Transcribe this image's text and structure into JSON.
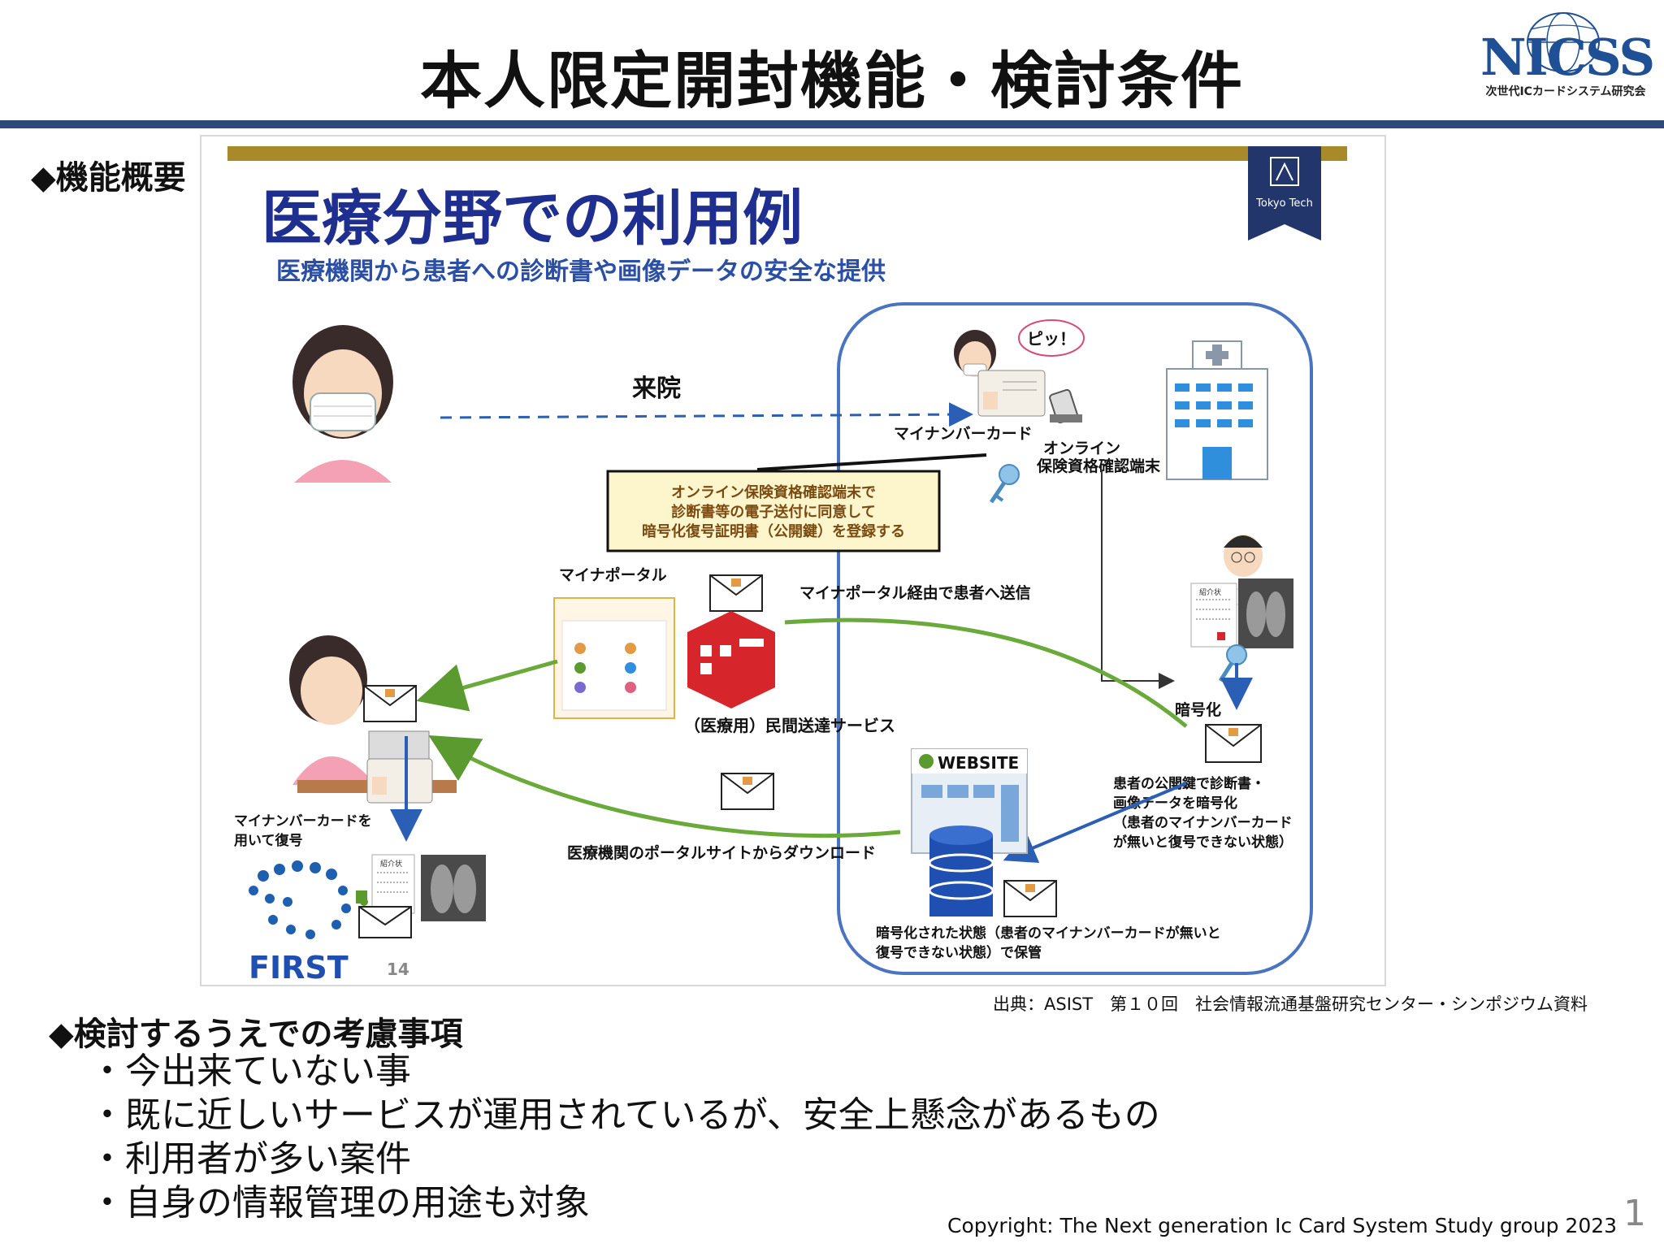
{
  "header": {
    "title": "本人限定開封機能・検討条件",
    "logo_text": "NICSS",
    "logo_subtitle": "次世代ICカードシステム研究会"
  },
  "feature_section": {
    "heading": "◆機能概要"
  },
  "diagram": {
    "title": "医療分野での利用例",
    "subtitle": "医療機関から患者への診断書や画像データの安全な提供",
    "tokyo_tech": "Tokyo Tech",
    "visit_label": "来院",
    "beep_label": "ピッ！",
    "mynumber_card_label": "マイナンバーカード",
    "terminal_label_1": "オンライン",
    "terminal_label_2": "保険資格確認端末",
    "callout_lines": [
      "オンライン保険資格確認端末で",
      "診断書等の電子送付に同意して",
      "暗号化復号証明書（公開鍵）を登録する"
    ],
    "mynaportal_label": "マイナポータル",
    "mynaportal_route_label": "マイナポータル経由で患者へ送信",
    "delivery_service_label": "（医療用）民間送達サービス",
    "encrypt_label": "暗号化",
    "encrypt_desc_lines": [
      "患者の公開鍵で診断書・",
      "画像データを暗号化",
      "（患者のマイナンバーカード",
      "が無いと復号できない状態）"
    ],
    "website_label": "WEBSITE",
    "download_label": "医療機関のポータルサイトからダウンロード",
    "storage_lines": [
      "暗号化された状態（患者のマイナンバーカードが無いと",
      "復号できない状態）で保管"
    ],
    "decrypt_lines": [
      "マイナンバーカードを",
      "用いて復号"
    ],
    "referral_label": "紹介状",
    "first_logo": "FIRST",
    "slide_number": "14"
  },
  "source_note": "出典：ASIST　第１０回　社会情報流通基盤研究センター・シンポジウム資料",
  "considerations": {
    "heading": "◆検討するうえでの考慮事項",
    "items": [
      "・今出来ていない事",
      "・既に近しいサービスが運用されているが、安全上懸念があるもの",
      "・利用者が多い案件",
      "・自身の情報管理の用途も対象"
    ]
  },
  "footer": {
    "copyright": "Copyright: The Next generation Ic Card System Study group 2023",
    "page_number": "1"
  },
  "colors": {
    "title_bar": "#2f4a7a",
    "diagram_title": "#1f2f8f",
    "diagram_subtitle": "#2b4fa5",
    "gold_bar": "#a88a2a",
    "hospital_outline": "#4a74c0",
    "green_arrow": "#6aaa3a",
    "delivery_red": "#d7262b"
  }
}
